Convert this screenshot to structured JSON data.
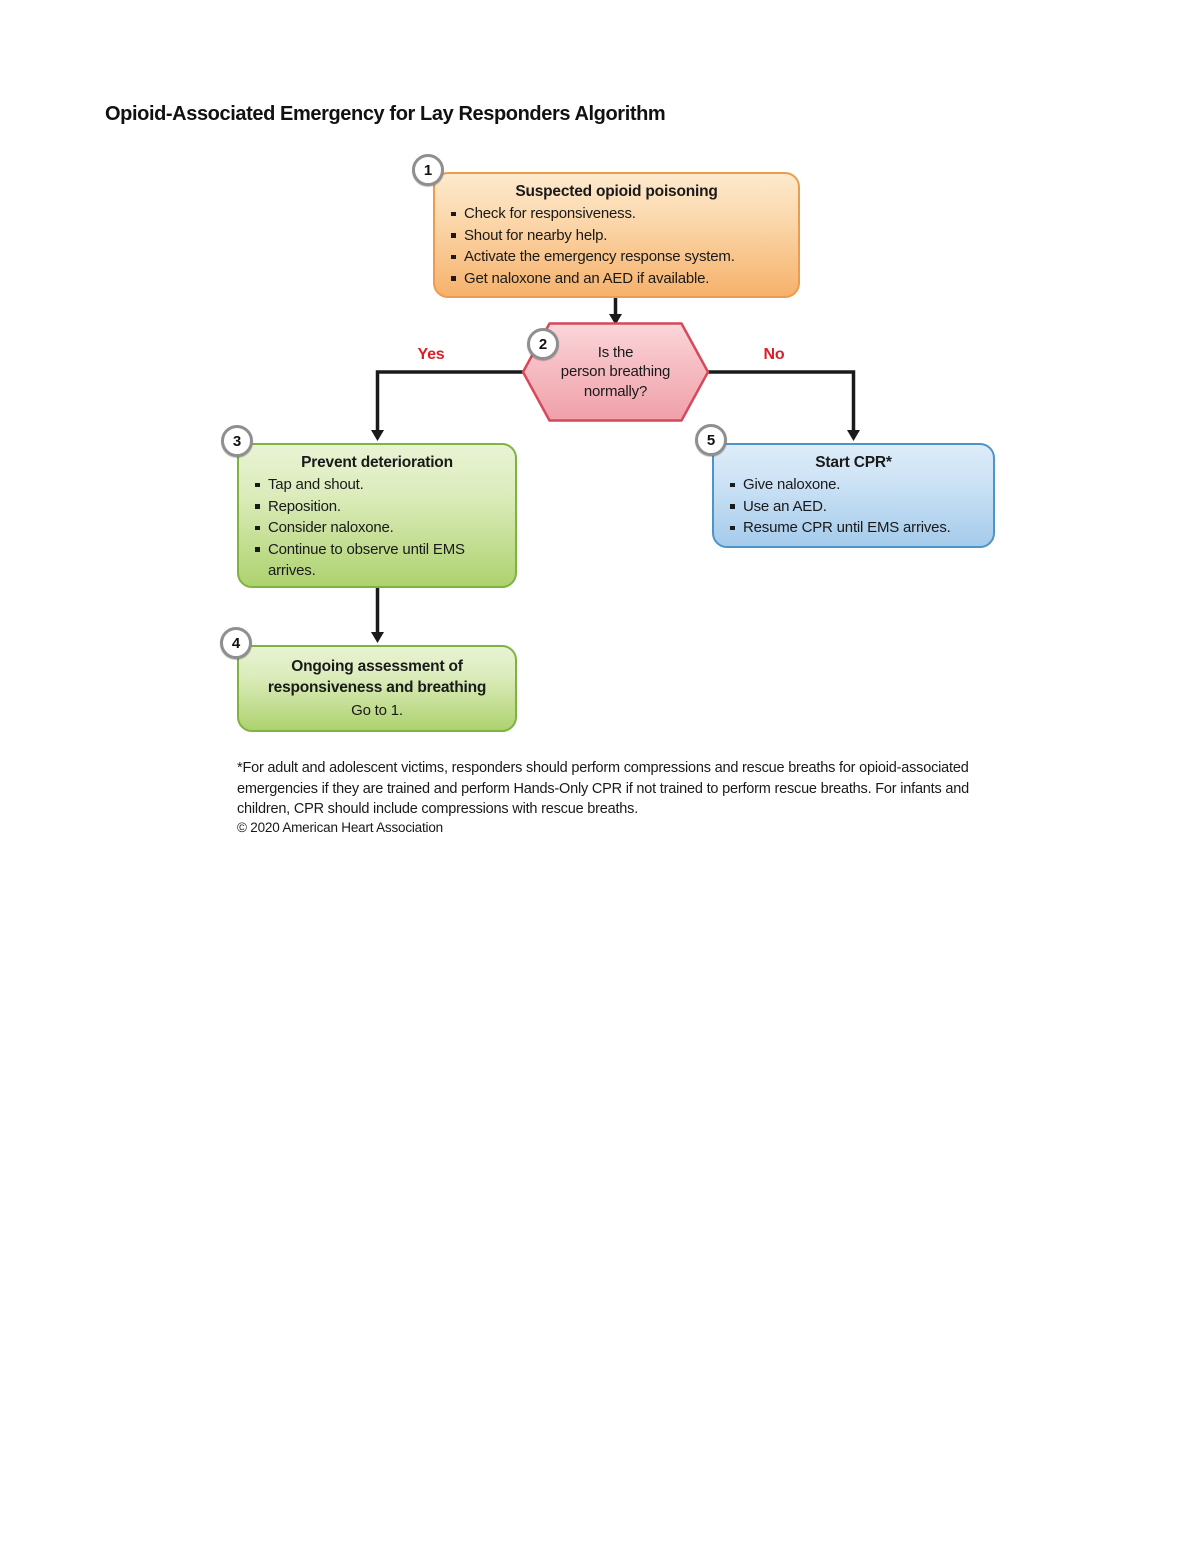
{
  "page": {
    "title": "Opioid-Associated Emergency for Lay Responders Algorithm",
    "footnote": "*For adult and adolescent victims, responders should perform compressions and rescue breaths for opioid-associated emergencies if they are trained and perform Hands-Only CPR if not trained to perform rescue breaths. For infants and children, CPR should include compressions with rescue breaths.",
    "copyright": "© 2020 American Heart Association"
  },
  "colors": {
    "step1_fill_top": "#fdeacd",
    "step1_fill_bottom": "#f6b26c",
    "step1_border": "#ec9c4e",
    "decision_fill_top": "#fad6da",
    "decision_fill_bottom": "#f0a0a9",
    "decision_border": "#d6495a",
    "green_fill_top": "#e9f3d4",
    "green_fill_bottom": "#aed26f",
    "green_border": "#7fb340",
    "blue_fill_top": "#ddecf9",
    "blue_fill_bottom": "#a5cbeb",
    "blue_border": "#4d94cb",
    "branch_label_red": "#de1f28",
    "connector_black": "#1a1a1a",
    "badge_border_gray": "#8f8f8f"
  },
  "flowchart": {
    "step1": {
      "number": "1",
      "title": "Suspected opioid poisoning",
      "bullets": [
        "Check for responsiveness.",
        "Shout for nearby help.",
        "Activate the emergency response system.",
        "Get naloxone and an AED if available."
      ]
    },
    "step2": {
      "number": "2",
      "lines": [
        "Is the",
        "person breathing",
        "normally?"
      ]
    },
    "branch_yes": "Yes",
    "branch_no": "No",
    "step3": {
      "number": "3",
      "title": "Prevent deterioration",
      "bullets": [
        "Tap and shout.",
        "Reposition.",
        "Consider naloxone.",
        "Continue to observe until EMS arrives."
      ]
    },
    "step4": {
      "number": "4",
      "title": "Ongoing assessment of responsiveness and breathing",
      "subtitle": "Go to 1."
    },
    "step5": {
      "number": "5",
      "title": "Start CPR*",
      "bullets": [
        "Give naloxone.",
        "Use an AED.",
        "Resume CPR until EMS arrives."
      ]
    }
  }
}
